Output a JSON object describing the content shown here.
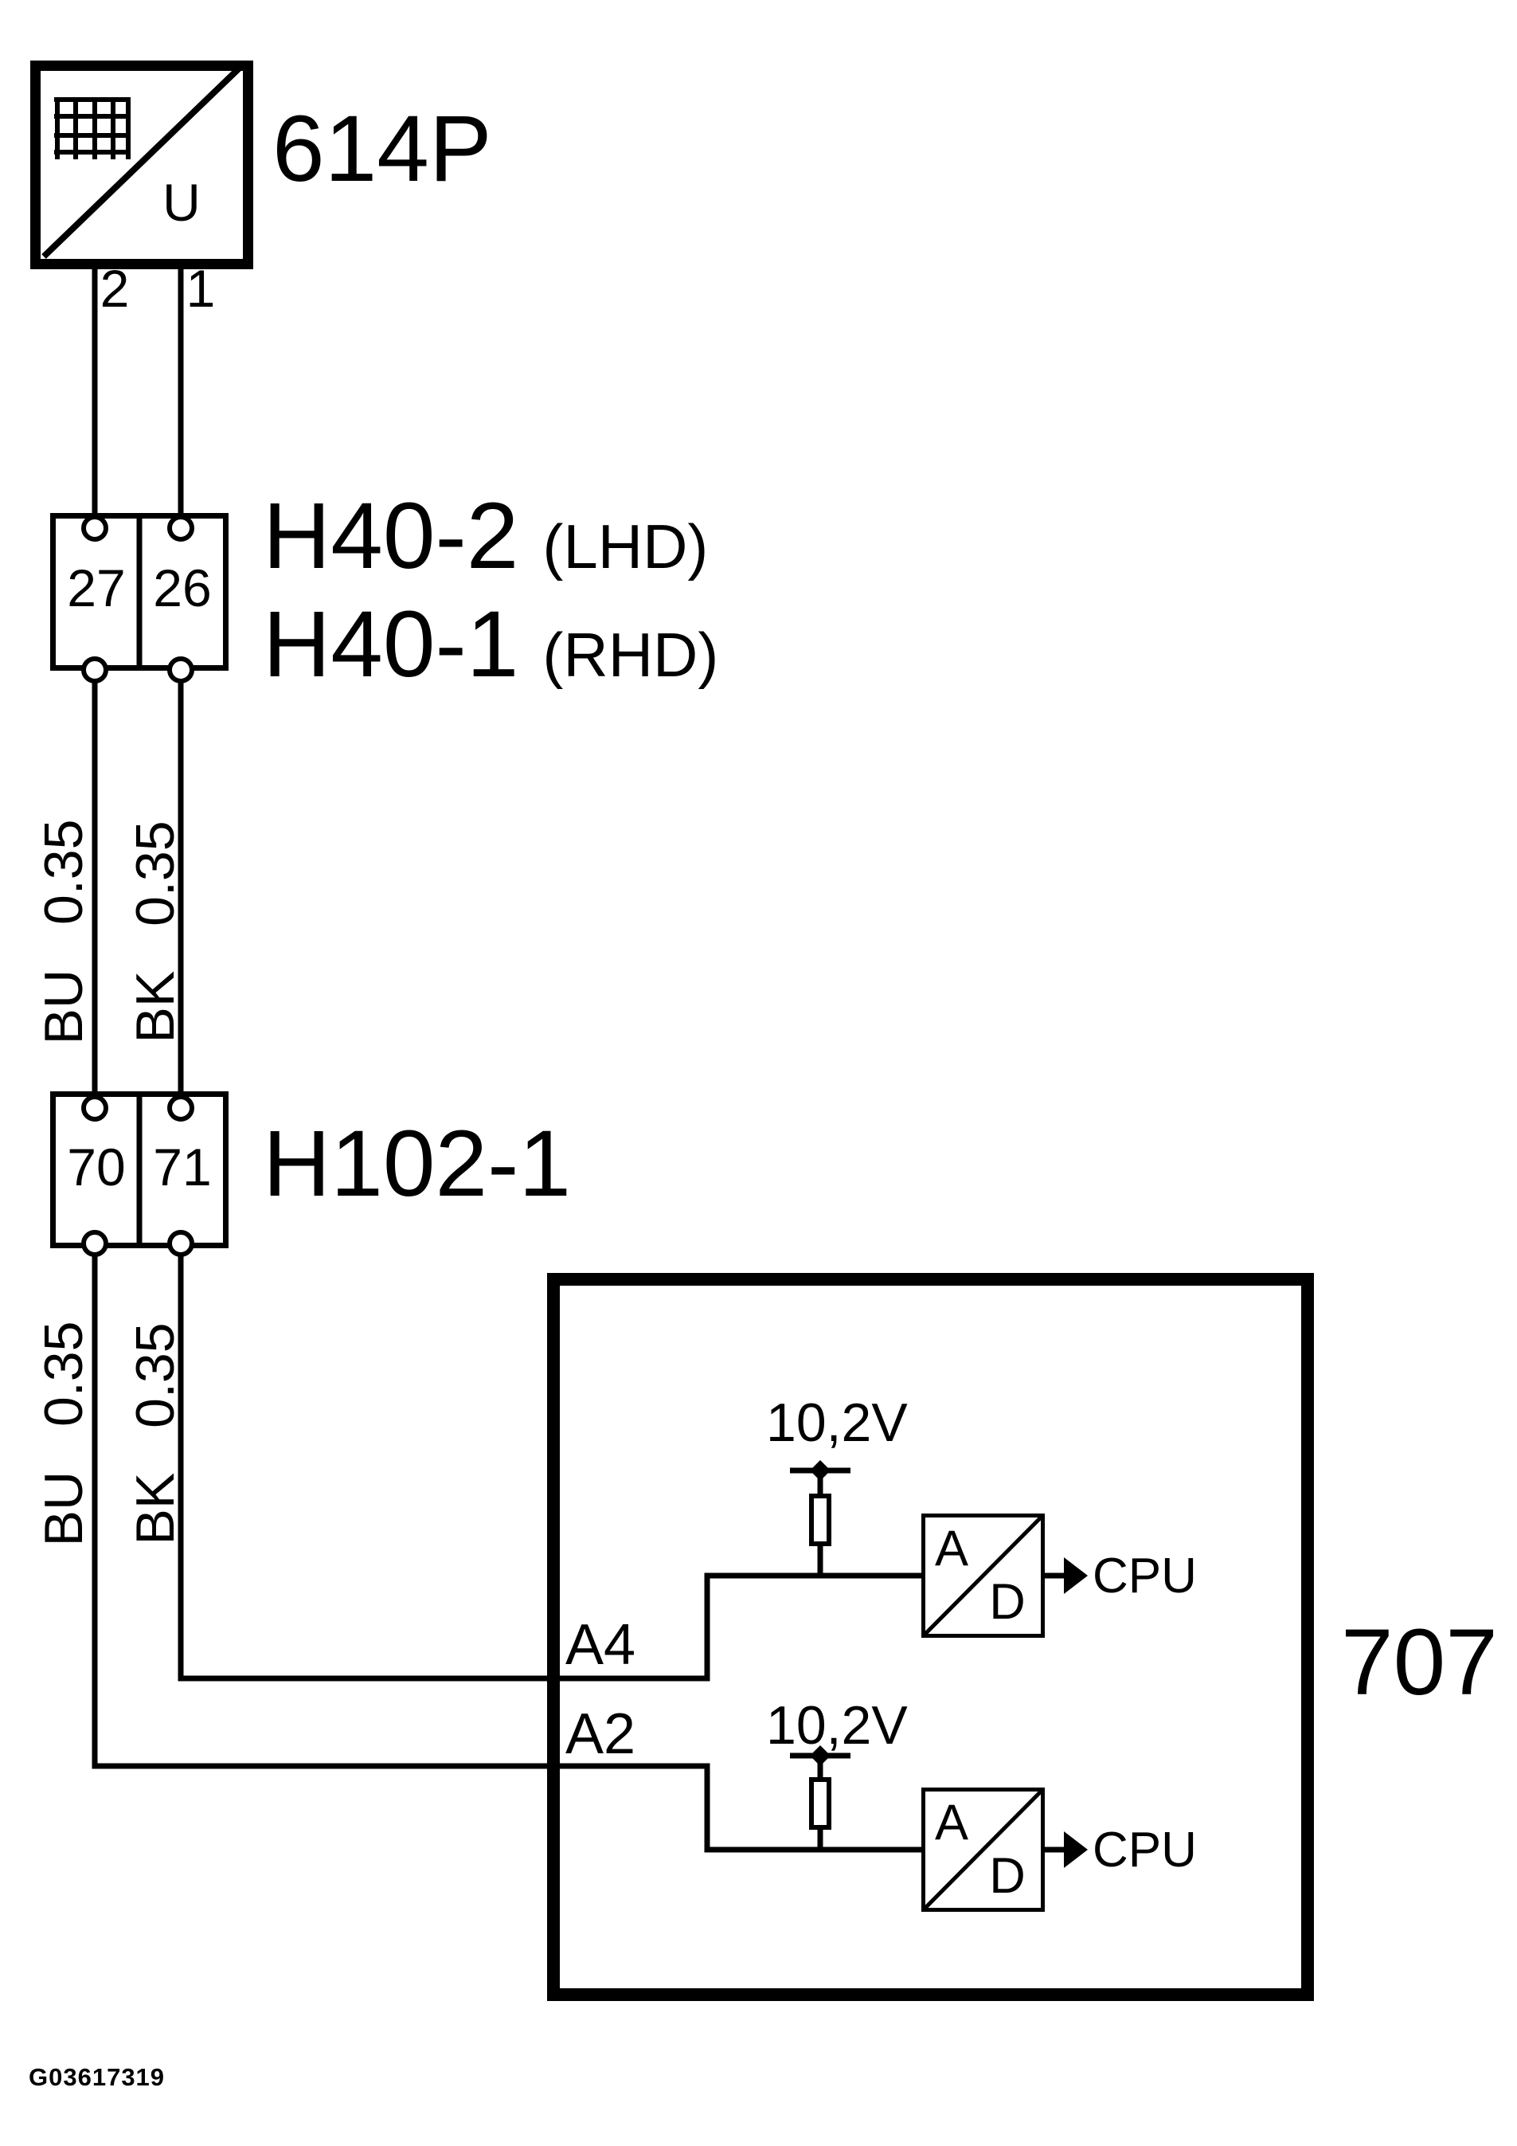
{
  "diagram": {
    "figure_id": "G03617319",
    "background": "#ffffff",
    "line_color": "#000000"
  },
  "sensor": {
    "id": "614P",
    "symbol_letter": "U",
    "icon": "grid-sensor-icon",
    "pins": [
      {
        "number": "2"
      },
      {
        "number": "1"
      }
    ]
  },
  "connector_h40": {
    "labels": [
      {
        "name": "H40-2",
        "variant": "(LHD)"
      },
      {
        "name": "H40-1",
        "variant": "(RHD)"
      }
    ],
    "pins": [
      "27",
      "26"
    ]
  },
  "connector_h102": {
    "name": "H102-1",
    "pins": [
      "70",
      "71"
    ]
  },
  "wire_labels": {
    "upper": [
      {
        "color_code": "BU",
        "gauge": "0.35"
      },
      {
        "color_code": "BK",
        "gauge": "0.35"
      }
    ],
    "lower": [
      {
        "color_code": "BU",
        "gauge": "0.35"
      },
      {
        "color_code": "BK",
        "gauge": "0.35"
      }
    ]
  },
  "control_module": {
    "id": "707",
    "circuits": [
      {
        "input_pin": "A4",
        "supply_voltage": "10,2V",
        "converter_input": "A",
        "converter_output": "D",
        "destination": "CPU"
      },
      {
        "input_pin": "A2",
        "supply_voltage": "10,2V",
        "converter_input": "A",
        "converter_output": "D",
        "destination": "CPU"
      }
    ]
  }
}
